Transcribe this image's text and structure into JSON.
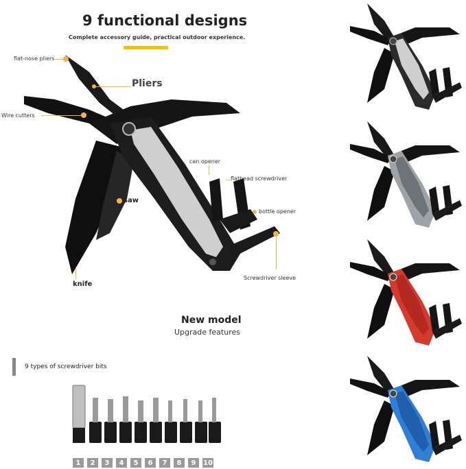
{
  "header": {
    "title": "9 functional designs",
    "subtitle": "Complete accessory guide, practical outdoor experience."
  },
  "labels": {
    "flat_nose_pliers": "flat-nose pliers",
    "pliers": "Pliers",
    "wire_cutters": "Wire cutters",
    "can_opener": "can opener",
    "flathead_screwdriver": "flathead screwdriver",
    "saw": "saw",
    "bottle_opener": "bottle opener",
    "screwdriver_sleeve": "Screwdriver sleeve",
    "knife": "knife"
  },
  "promo": {
    "new_model": "New model",
    "upgrade": "Upgrade features"
  },
  "bits": {
    "heading": "9 types of screwdriver bits",
    "numbers": [
      "1",
      "2",
      "3",
      "4",
      "5",
      "6",
      "7",
      "8",
      "9",
      "10"
    ]
  },
  "variants": [
    {
      "color_name": "black",
      "handle_color": "#2b2b2b",
      "insert_color": "#cfcfcf"
    },
    {
      "color_name": "silver",
      "handle_color": "#9ea3a8",
      "insert_color": "#6e7378"
    },
    {
      "color_name": "red",
      "handle_color": "#d63a2f",
      "insert_color": "#e8e8e8"
    },
    {
      "color_name": "blue",
      "handle_color": "#2f7fd6",
      "insert_color": "#e8e8e8"
    }
  ],
  "colors": {
    "accent_yellow": "#f2c300",
    "callout_orange": "#f0b34a",
    "tool_black": "#1a1a1a"
  }
}
